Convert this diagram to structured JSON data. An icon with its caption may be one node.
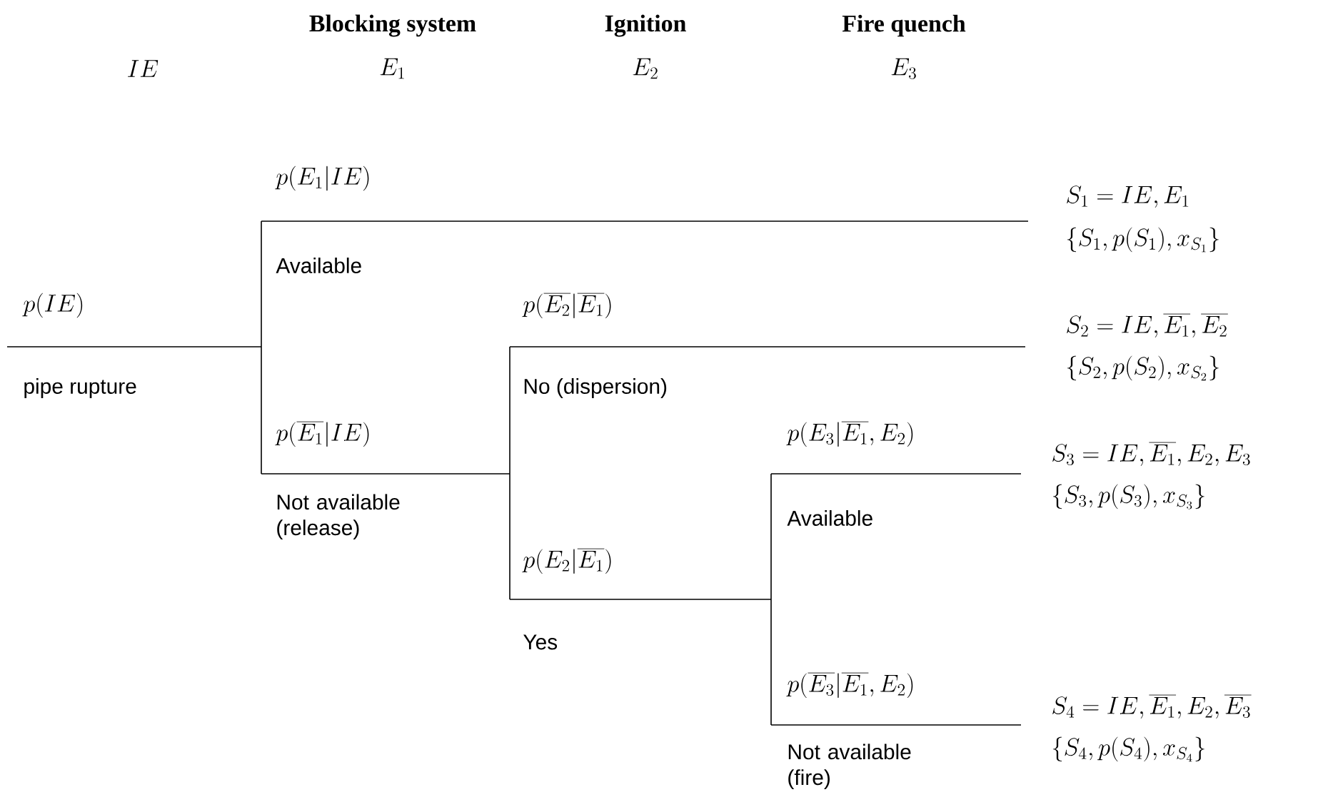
{
  "diagram": {
    "labels": [
      "Blocking system",
      "Ignition",
      "Fire quench",
      "IE",
      "E_1",
      "E_2",
      "E_3",
      "p(E_1|IE)",
      "S_1 = IE, E_1",
      "\\Big\\{S_1, p(S_1), x_{S_1}\\Big\\}",
      "Available",
      "p(IE)",
      "p(\\overline{E_2}|\\overline{E_1})",
      "S_2 = IE, \\overline{E_1}, \\overline{E_2}",
      "\\Big\\{S_2, p(S_2), x_{S_2}\\Big\\}",
      "pipe rupture",
      "No (dispersion)",
      "p(\\overline{E_1}|IE)",
      "p(E_3|\\overline{E_1}, E_2)",
      "S_3 = IE, \\overline{E_1}, E_2, E_3",
      "\\Big\\{S_3, p(S_3), x_{S_3}\\Big\\}",
      "Not available (release)",
      "Available",
      "p(E_2|\\overline{E_1})",
      "Yes",
      "p(\\overline{E_3}|\\overline{E_1}, E_2)",
      "S_4 = IE, \\overline{E_1}, E_2, \\overline{E_3}",
      "Not available (fire)",
      "\\Big\\{S_4, p(S_4), x_{S_4}\\Big\\}"
    ]
  }
}
